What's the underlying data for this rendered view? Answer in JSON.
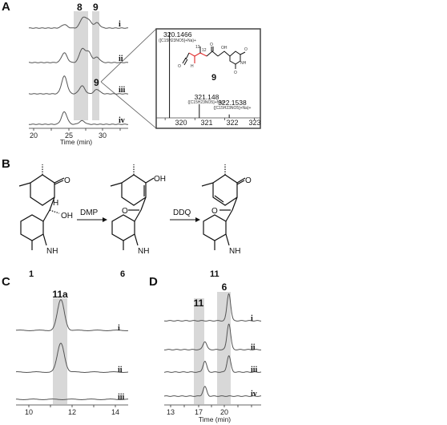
{
  "panels": {
    "a": "A",
    "b": "B",
    "c": "C",
    "d": "D"
  },
  "panel_a": {
    "peak_labels": [
      "8",
      "9"
    ],
    "trace_labels": [
      "i",
      "ii",
      "iii",
      "iv"
    ],
    "pointer_label": "9",
    "xaxis_ticks": [
      "20",
      "25",
      "30"
    ],
    "xlabel": "Time (min)"
  },
  "ms_inset": {
    "peaks": [
      {
        "mz": "320.1466",
        "formula": "([C15H23NO5]+Na)+",
        "intensity": 1.0
      },
      {
        "mz": "321.148",
        "formula": "([C15H23NO5]+Na)+",
        "intensity": 0.16
      },
      {
        "mz": "322.1538",
        "formula": "([C15H23NO5]+Na)+",
        "intensity": 0.04
      }
    ],
    "ticks": [
      "320",
      "321",
      "322",
      "323"
    ],
    "structure_labels": {
      "c13": "13",
      "c12": "12",
      "oh": "OH",
      "h": "H",
      "o": "O",
      "nh": "NH",
      "compound": "9"
    }
  },
  "panel_b": {
    "reagents": [
      "DMP",
      "DDQ"
    ],
    "compounds": [
      "1",
      "6",
      "11"
    ],
    "atoms": {
      "oh": "OH",
      "o": "O",
      "h": "H",
      "nh": "NH"
    }
  },
  "panel_c": {
    "peak_label": "11a",
    "trace_labels": [
      "i",
      "ii",
      "iii"
    ],
    "xaxis_ticks": [
      "10",
      "12",
      "14"
    ]
  },
  "panel_d": {
    "peak_labels": [
      "11",
      "6"
    ],
    "trace_labels": [
      "i",
      "ii",
      "iii",
      "iv"
    ],
    "xaxis_ticks": [
      "13",
      "17",
      "20"
    ],
    "xlabel": "Time (min)"
  },
  "chart_data": [
    {
      "type": "line",
      "panel": "A",
      "xlabel": "Time (min)",
      "xlim": [
        19,
        33
      ],
      "series": [
        {
          "name": "i",
          "peaks": [
            [
              24,
              0.2
            ],
            [
              26.6,
              0.55
            ],
            [
              27.4,
              0.45
            ],
            [
              28.6,
              0.3
            ]
          ]
        },
        {
          "name": "ii",
          "peaks": [
            [
              24,
              0.55
            ],
            [
              26.5,
              0.75
            ],
            [
              27.4,
              0.6
            ],
            [
              28.6,
              0.3
            ]
          ]
        },
        {
          "name": "iii",
          "peaks": [
            [
              24,
              1.0
            ],
            [
              26.5,
              0.45
            ],
            [
              28.6,
              0.25
            ]
          ]
        },
        {
          "name": "iv",
          "peaks": [
            [
              24,
              0.7
            ],
            [
              26.5,
              0.2
            ]
          ]
        }
      ],
      "highlight": [
        [
          26.0,
          27.8
        ],
        [
          28.3,
          29.1
        ]
      ]
    },
    {
      "type": "bar",
      "panel": "A inset",
      "xlim": [
        319.7,
        323.2
      ],
      "x": [
        320.1466,
        321.148,
        322.1538
      ],
      "values": [
        1.0,
        0.16,
        0.04
      ]
    },
    {
      "type": "line",
      "panel": "C",
      "xlim": [
        9.5,
        14.5
      ],
      "series": [
        {
          "name": "i",
          "peaks": [
            [
              11.5,
              1.0
            ]
          ]
        },
        {
          "name": "ii",
          "peaks": [
            [
              11.5,
              0.95
            ]
          ]
        },
        {
          "name": "iii",
          "peaks": []
        }
      ],
      "highlight": [
        [
          11.2,
          11.8
        ]
      ]
    },
    {
      "type": "line",
      "panel": "D",
      "xlabel": "Time (min)",
      "xlim": [
        12.5,
        23
      ],
      "series": [
        {
          "name": "i",
          "peaks": [
            [
              19.5,
              1.0
            ]
          ]
        },
        {
          "name": "ii",
          "peaks": [
            [
              16.9,
              0.3
            ],
            [
              19.5,
              0.95
            ]
          ]
        },
        {
          "name": "iii",
          "peaks": [
            [
              16.9,
              0.4
            ],
            [
              19.5,
              0.6
            ]
          ]
        },
        {
          "name": "iv",
          "peaks": [
            [
              16.9,
              0.35
            ]
          ]
        }
      ],
      "highlight": [
        [
          16.5,
          17.2
        ],
        [
          19.0,
          20.4
        ]
      ]
    }
  ]
}
